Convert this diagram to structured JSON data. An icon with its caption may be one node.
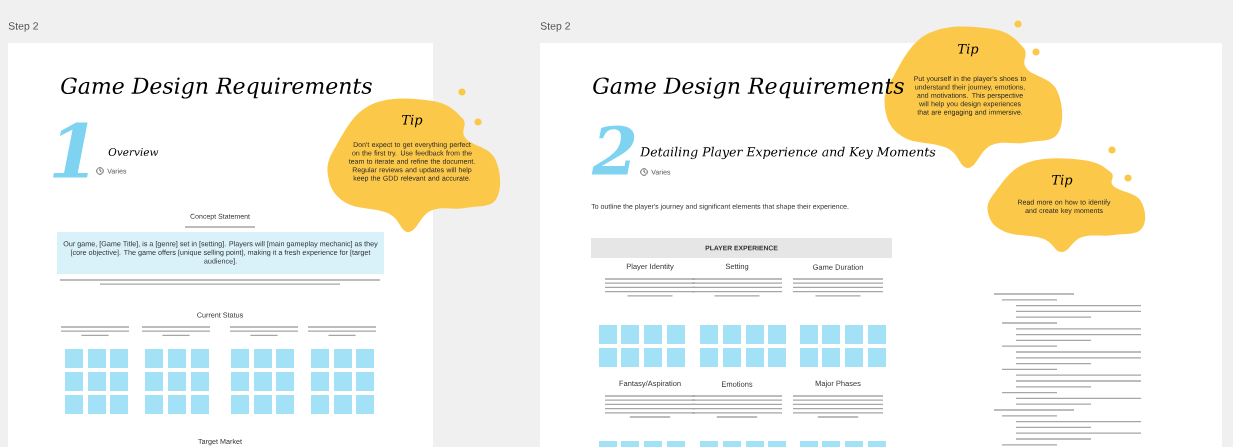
{
  "diagram": {
    "nodes": [
      {
        "text": [
          "Tip",
          "Don't expect to get everything perfect on the first try. Use feedback from the team to iterate and refine the document. Regular reviews and updates will help keep the GDD relevant and accurate."
        ]
      },
      {
        "text": [
          "Our game, [Game Title], is a [genre] set in [setting]. Players will [main gameplay mechanic] as they [core objective]. The game offers [unique selling point], making it a fresh experience for [target audience]."
        ]
      },
      {
        "text": [
          "Tip",
          "Put yourself in the player's shoes to understand their journey, emotions, and motivations. This perspective will help you design experiences that are engaging and immersive."
        ]
      },
      {
        "text": [
          "PLAYER EXPERIENCE"
        ]
      },
      {
        "text": [
          "Tip",
          "Read more on how to identify and create key moments"
        ]
      }
    ],
    "labels": [
      "Step 2",
      "Step 2",
      "Game Design Requirements",
      "1",
      "Overview",
      "Varies",
      "Game Design Requirements",
      "2",
      "Detailing Player Experience and Key Moments",
      "Varies",
      "Concept Statement",
      "To outline the player's journey and significant elements that shape their experience.",
      "Current Status",
      "Player Identity",
      "Setting",
      "Game Duration",
      "Fantasy/Aspiration",
      "Emotions",
      "Major Phases",
      "Target Market"
    ]
  }
}
